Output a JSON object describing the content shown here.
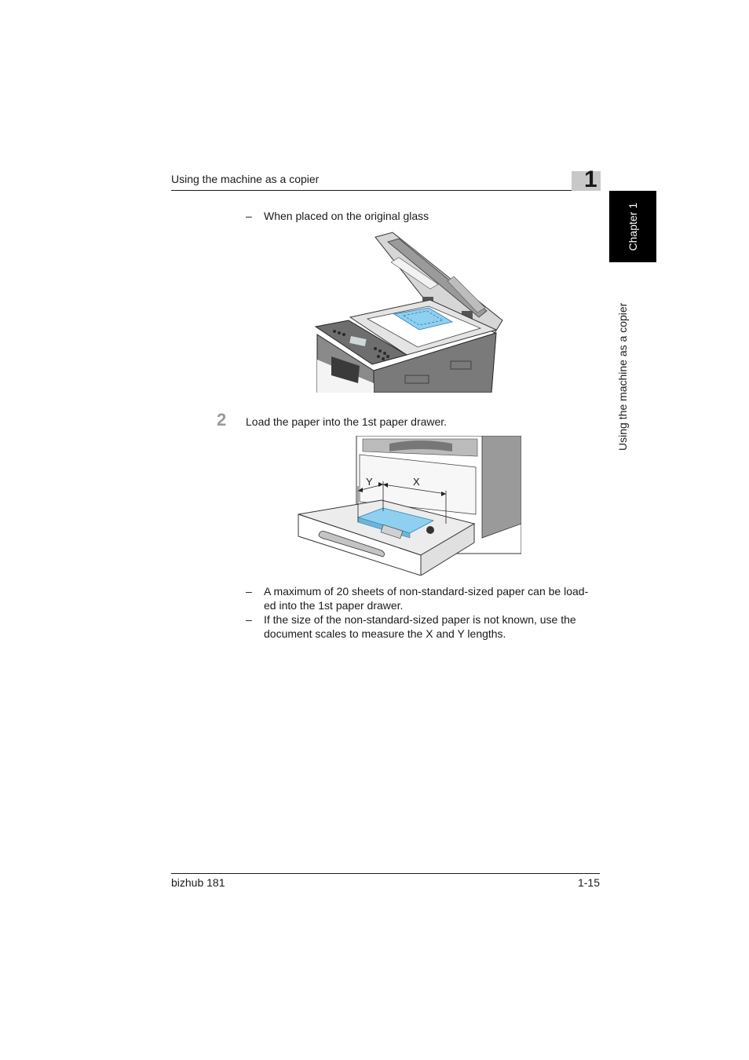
{
  "header": {
    "section_title": "Using the machine as a copier",
    "chapter_number": "1"
  },
  "side_tab": {
    "chapter_label": "Chapter 1",
    "section_label": "Using the machine as a copier"
  },
  "content": {
    "bullet_1": "When placed on the original glass",
    "step_2": {
      "number": "2",
      "text": "Load the paper into the 1st paper drawer."
    },
    "figure_2_labels": {
      "y": "Y",
      "x": "X"
    },
    "bullet_2": "A maximum of 20 sheets of non-standard-sized paper can be load-ed into the 1st paper drawer.",
    "bullet_2_line1": "A maximum of 20 sheets of non-standard-sized paper can be load-",
    "bullet_2_line2": "ed into the 1st paper drawer.",
    "bullet_3_line1": "If the size of the non-standard-sized paper is not known, use the",
    "bullet_3_line2": "document scales to measure the X and Y lengths.",
    "dash": "–"
  },
  "footer": {
    "product": "bizhub 181",
    "page": "1-15"
  },
  "colors": {
    "chapter_box": "#c8c8c8",
    "side_tab": "#000000",
    "paper_blue": "#8fd0f0",
    "step_number": "#9a9a9a"
  }
}
